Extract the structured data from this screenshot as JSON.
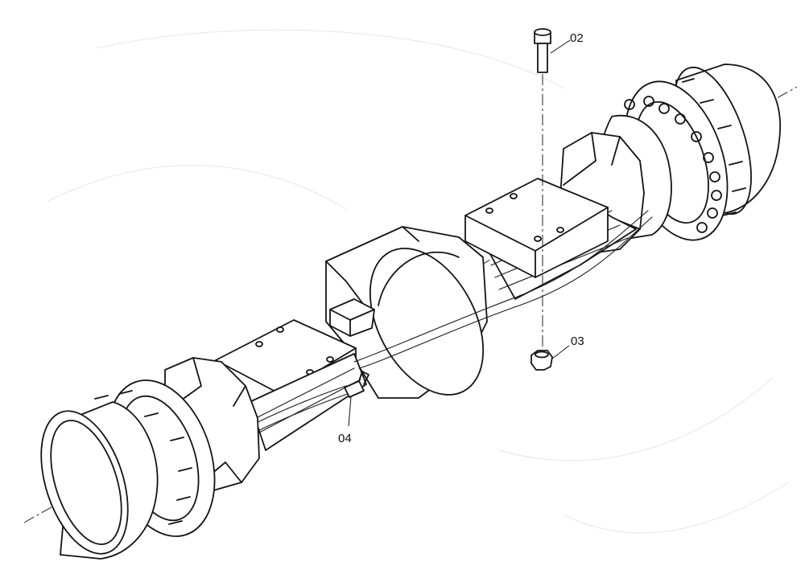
{
  "diagram": {
    "callouts": [
      {
        "id": "02",
        "label": "02",
        "part": "bolt"
      },
      {
        "id": "03",
        "label": "03",
        "part": "nut"
      },
      {
        "id": "04",
        "label": "04",
        "part": "fitting"
      }
    ],
    "colors": {
      "line": "#141414",
      "background": "#ffffff"
    }
  }
}
